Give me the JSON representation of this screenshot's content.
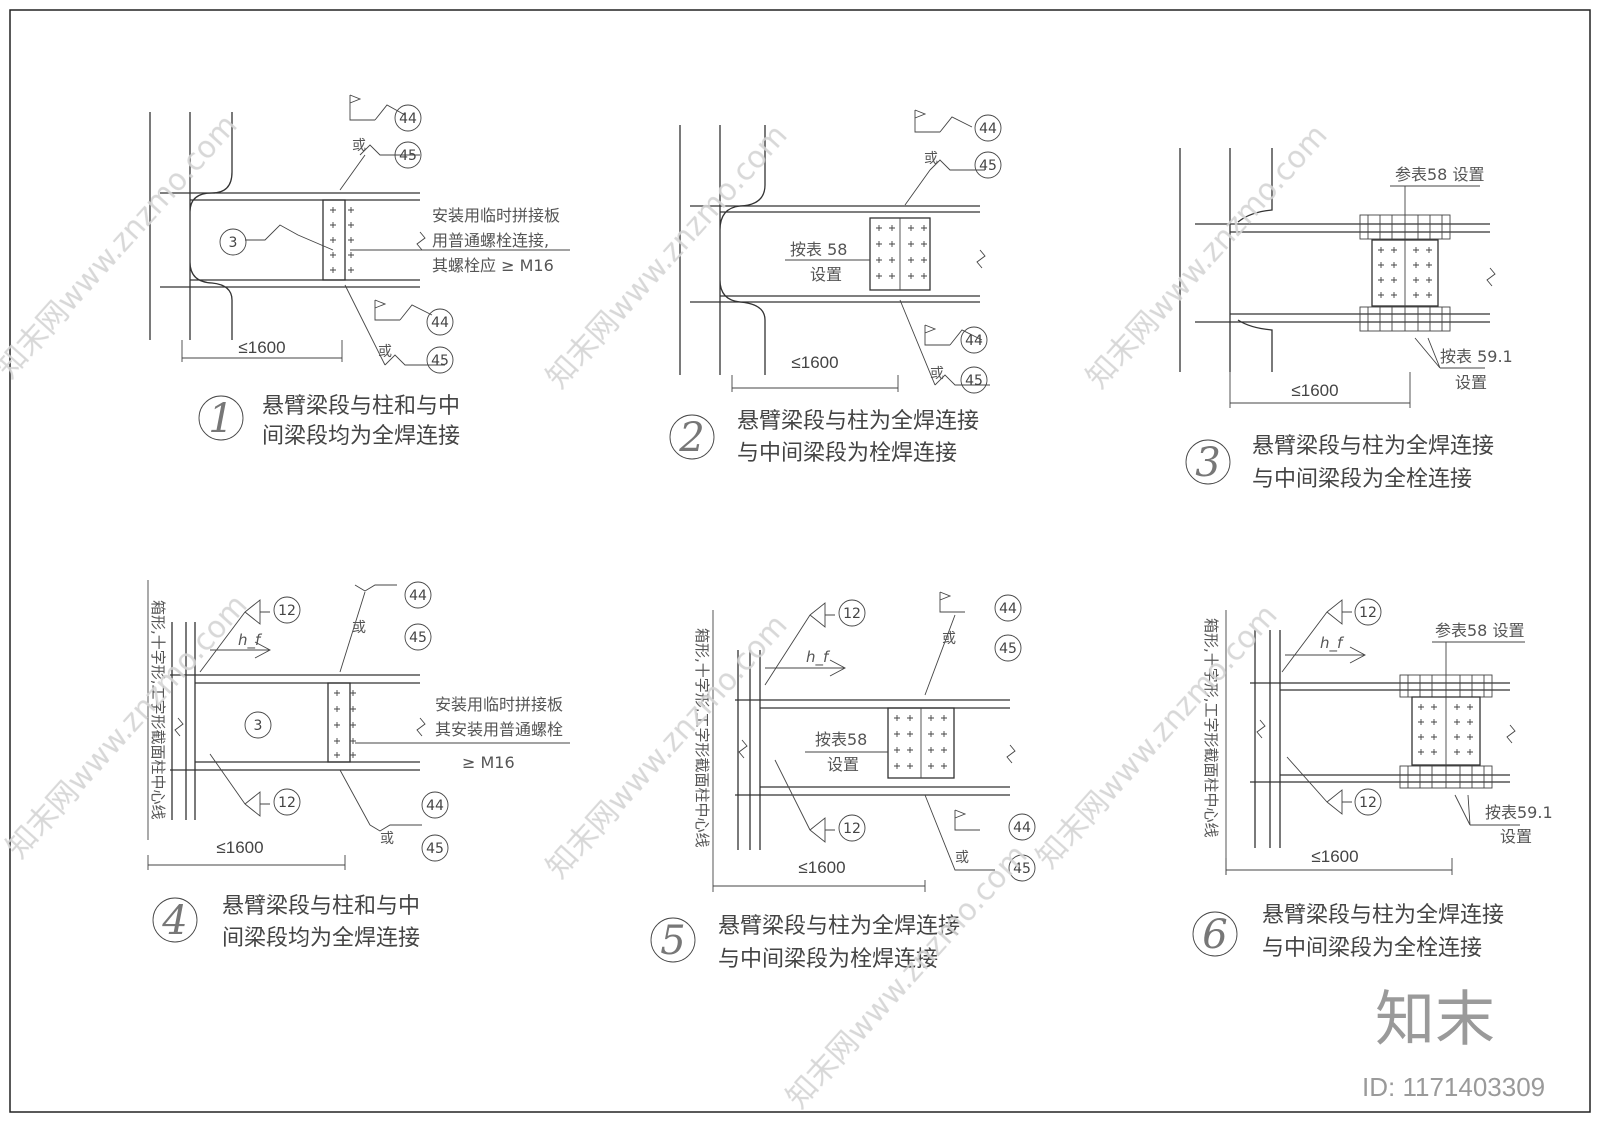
{
  "figures": [
    {
      "number": "1",
      "caption_lines": [
        "悬臂梁段与柱和与中",
        "间梁段均为全焊连接"
      ],
      "dimension": "≤1600",
      "note_lines": [
        "安装用临时拼接板",
        "用普通螺栓连接,",
        "其螺栓应 ≥ M16"
      ],
      "weld_marks": [
        "3",
        "44",
        "45",
        "44",
        "45"
      ],
      "or_text": "或"
    },
    {
      "number": "2",
      "caption_lines": [
        "悬臂梁段与柱为全焊连接",
        "与中间梁段为栓焊连接"
      ],
      "dimension": "≤1600",
      "note_lines": [
        "按表 58",
        "设置"
      ],
      "weld_marks": [
        "44",
        "45",
        "44",
        "45"
      ],
      "or_text": "或"
    },
    {
      "number": "3",
      "caption_lines": [
        "悬臂梁段与柱为全焊连接",
        "与中间梁段为全栓连接"
      ],
      "dimension": "≤1600",
      "note_lines": [
        "参表58 设置",
        "按表 59.1",
        "设置"
      ]
    },
    {
      "number": "4",
      "caption_lines": [
        "悬臂梁段与柱和与中",
        "间梁段均为全焊连接"
      ],
      "dimension": "≤1600",
      "note_lines": [
        "安装用临时拼接板",
        "其安装用普通螺栓",
        "≥ M16"
      ],
      "side_text": "箱形,十字形,工字形截面柱中心线",
      "weld_marks": [
        "12",
        "44",
        "45",
        "3",
        "12",
        "44",
        "45"
      ],
      "or_text": "或",
      "hf": "h_f"
    },
    {
      "number": "5",
      "caption_lines": [
        "悬臂梁段与柱为全焊连接",
        "与中间梁段为栓焊连接"
      ],
      "dimension": "≤1600",
      "note_lines": [
        "按表58",
        "设置"
      ],
      "side_text": "箱形,十字形,工字形截面柱中心线",
      "weld_marks": [
        "12",
        "44",
        "45",
        "12",
        "44",
        "45"
      ],
      "or_text": "或",
      "hf": "h_f"
    },
    {
      "number": "6",
      "caption_lines": [
        "悬臂梁段与柱为全焊连接",
        "与中间梁段为全栓连接"
      ],
      "dimension": "≤1600",
      "note_lines": [
        "参表58 设置",
        "按表59.1",
        "设置"
      ],
      "side_text": "箱形,十字形,工字形截面柱中心线",
      "weld_marks": [
        "12",
        "12"
      ],
      "hf": "h_f"
    }
  ],
  "watermark": {
    "text": "知末网www.znzmo.com",
    "brand": "知末",
    "id": "ID: 1171403309"
  }
}
